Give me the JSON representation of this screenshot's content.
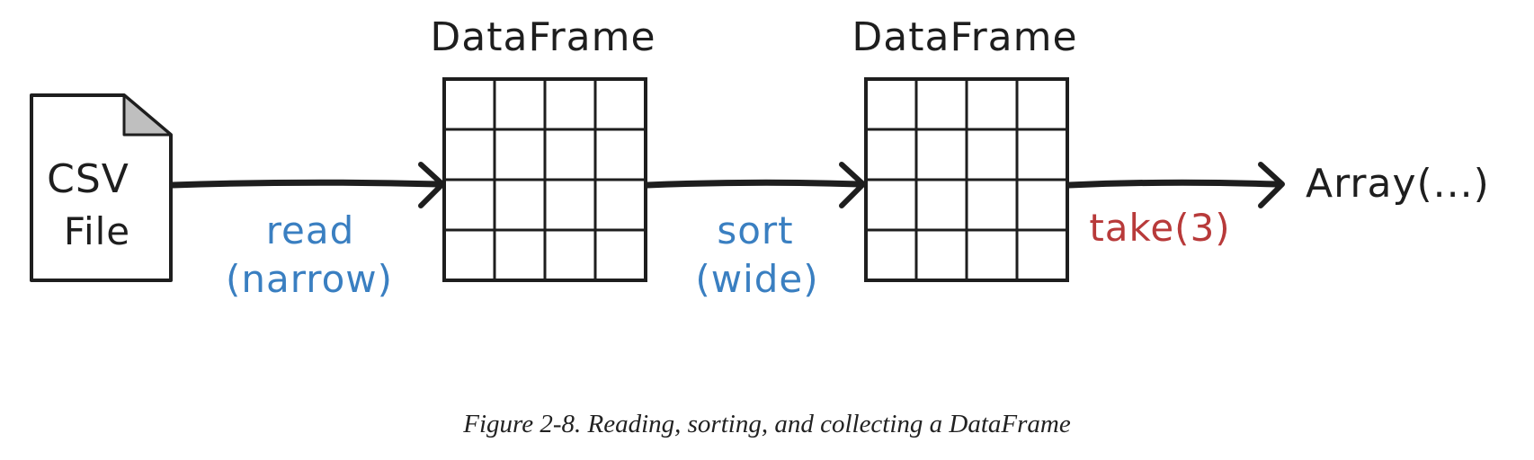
{
  "diagram": {
    "csv_file": {
      "line1": "CSV",
      "line2": "File"
    },
    "dataframe1": {
      "title": "DataFrame"
    },
    "dataframe2": {
      "title": "DataFrame"
    },
    "result": {
      "label": "Array(...)"
    },
    "edges": {
      "read": {
        "line1": "read",
        "line2": "(narrow)"
      },
      "sort": {
        "line1": "sort",
        "line2": "(wide)"
      },
      "take": {
        "label": "take(3)"
      }
    }
  },
  "caption": {
    "figure": "Figure 2-8.",
    "text": "Reading, sorting, and collecting a DataFrame"
  },
  "colors": {
    "ink": "#1e1e1e",
    "narrow_wide_blue": "#3a7fc1",
    "action_red": "#b83a3a",
    "page_fold": "#bfbfbf"
  }
}
